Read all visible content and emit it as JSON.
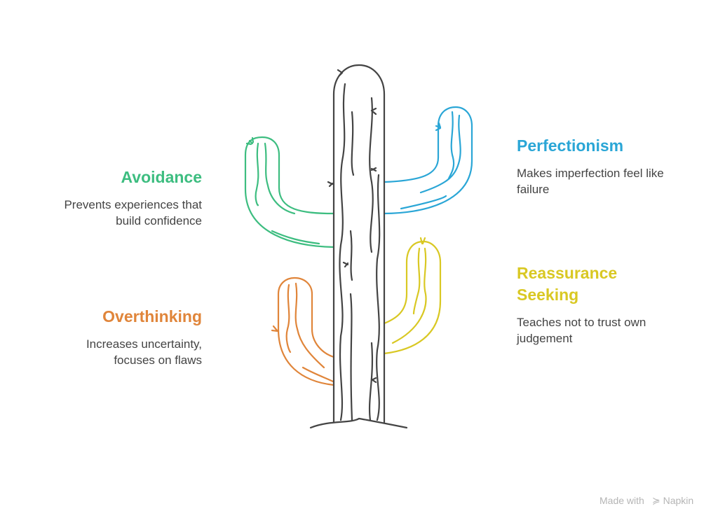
{
  "items": [
    {
      "title": "Avoidance",
      "description": "Prevents experiences that build confidence",
      "color": "#3dbd80"
    },
    {
      "title": "Perfectionism",
      "description": "Makes imperfection feel like failure",
      "color": "#2aa6d6"
    },
    {
      "title": "Reassurance Seeking",
      "description": "Teaches not to trust own judgement",
      "color": "#d9c823"
    },
    {
      "title": "Overthinking",
      "description": "Increases uncertainty, focuses on flaws",
      "color": "#e0853a"
    }
  ],
  "footer": {
    "made_with": "Made with",
    "brand": "Napkin"
  }
}
